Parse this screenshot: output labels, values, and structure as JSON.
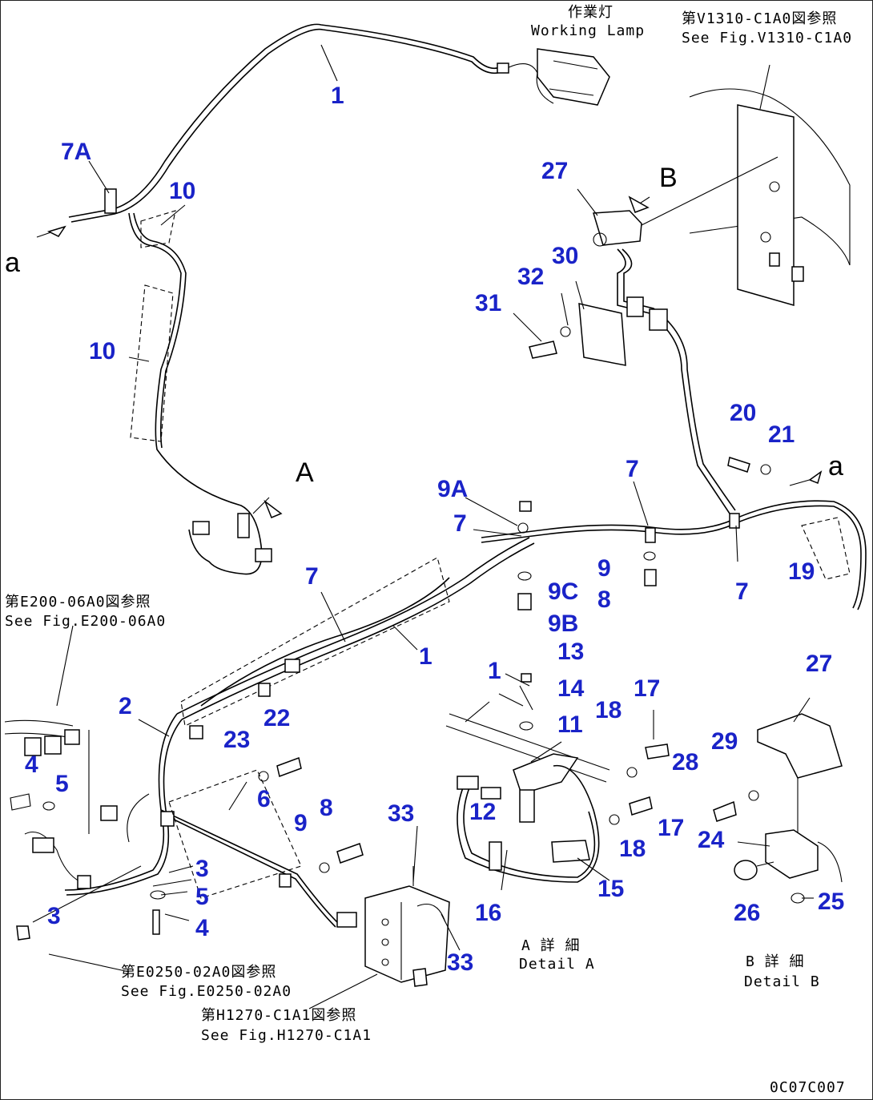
{
  "callouts": {
    "c1_top": "1",
    "c7A": "7A",
    "c10_top": "10",
    "c10_mid": "10",
    "c27_top": "27",
    "c30": "30",
    "c32": "32",
    "c31": "31",
    "c20": "20",
    "c21": "21",
    "c7_r1": "7",
    "c9A": "9A",
    "c7_m1": "7",
    "c9_r": "9",
    "c8_r": "8",
    "c9C": "9C",
    "c9B": "9B",
    "c7_r2": "7",
    "c19": "19",
    "c7_m2": "7",
    "c1_mid": "1",
    "c13": "13",
    "c14": "14",
    "c11": "11",
    "c1_detA": "1",
    "c18_a": "18",
    "c17_a": "17",
    "c28": "28",
    "c27_b": "27",
    "c29": "29",
    "c12": "12",
    "c17_b": "17",
    "c18_b": "18",
    "c15": "15",
    "c16": "16",
    "c24": "24",
    "c25": "25",
    "c26": "26",
    "c2": "2",
    "c22": "22",
    "c23": "23",
    "c6": "6",
    "c4_a": "4",
    "c5_a": "5",
    "c9_l": "9",
    "c8_l": "8",
    "c33_a": "33",
    "c3_a": "3",
    "c5_b": "5",
    "c3_b": "3",
    "c4_b": "4",
    "c33_b": "33"
  },
  "references": {
    "working_lamp_jp": "作業灯",
    "working_lamp_en": "Working Lamp",
    "v1310_jp": "第V1310-C1A0図参照",
    "v1310_en": "See Fig.V1310-C1A0",
    "e200_jp": "第E200-06A0図参照",
    "e200_en": "See Fig.E200-06A0",
    "e0250_jp": "第E0250-02A0図参照",
    "e0250_en": "See Fig.E0250-02A0",
    "h1270_jp": "第H1270-C1A1図参照",
    "h1270_en": "See Fig.H1270-C1A1",
    "detail_a_jp": "A 詳 細",
    "detail_a_en": "Detail A",
    "detail_b_jp": "B 詳 細",
    "detail_b_en": "Detail B",
    "drawing_no": "0C07C007"
  },
  "view_letters": {
    "a_left": "a",
    "a_right": "a",
    "A": "A",
    "B": "B"
  }
}
